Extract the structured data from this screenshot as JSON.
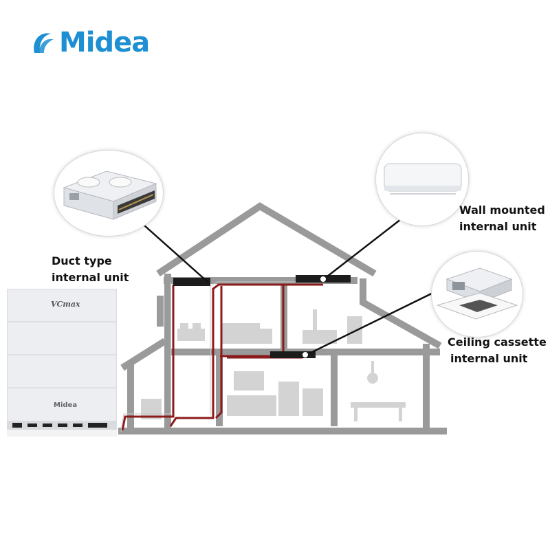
{
  "brand": {
    "name": "Midea",
    "color": "#1d8fd2"
  },
  "callouts": {
    "duct": {
      "line1": "Duct type",
      "line2": "internal unit"
    },
    "wall": {
      "line1": "Wall mounted",
      "line2": "internal unit"
    },
    "cassette": {
      "line1": "Ceiling cassette",
      "line2": "internal unit"
    }
  },
  "outdoor_unit": {
    "model_badge": "VCmax",
    "brand_badge": "Midea"
  },
  "colors": {
    "house": "#9a9a9a",
    "pipe": "#8b1a1a",
    "unit_body": "#eceef2",
    "indoor_unit": "#1c1c1c"
  }
}
